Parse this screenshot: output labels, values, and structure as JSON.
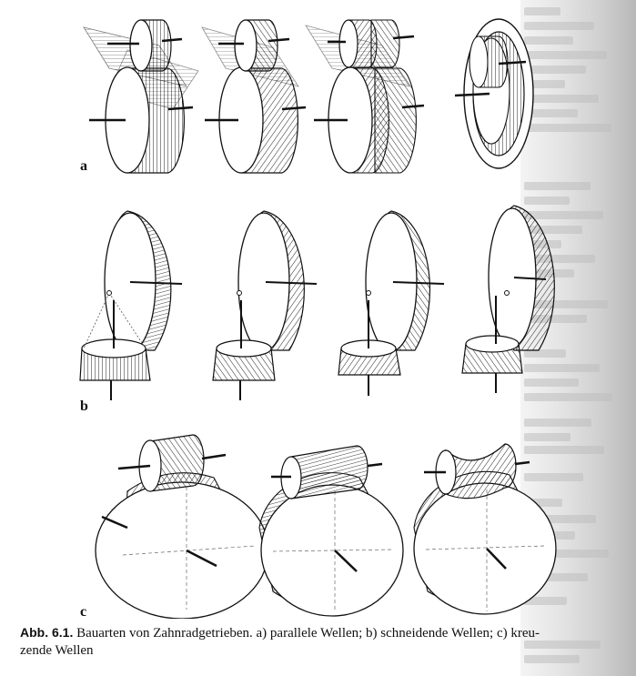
{
  "figure": {
    "row_labels": {
      "a": "a",
      "b": "b",
      "c": "c"
    },
    "caption": {
      "label": "Abb. 6.1.",
      "text": "Bauarten von Zahnradgetrieben. a) parallele Wellen; b) schneidende Wellen; c) kreu-",
      "continuation": "zende Wellen"
    }
  }
}
